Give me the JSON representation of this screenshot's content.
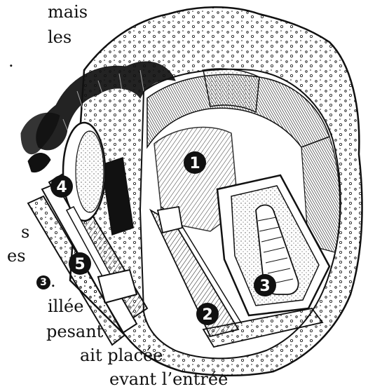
{
  "text_fragments": {
    "line1": "mais",
    "line2": "les",
    "line3": ".",
    "line4": "s",
    "line5": "es",
    "line6_marker": "3",
    "line6_suffix": ".",
    "line7": "illée",
    "line8": "pesant",
    "line9": "ait placée",
    "line10": "evant l’entrée"
  },
  "markers": [
    "1",
    "2",
    "3",
    "4",
    "5"
  ],
  "colors": {
    "ink": "#111111",
    "paper": "#ffffff",
    "marker_fill": "#111111",
    "marker_text": "#ffffff"
  }
}
